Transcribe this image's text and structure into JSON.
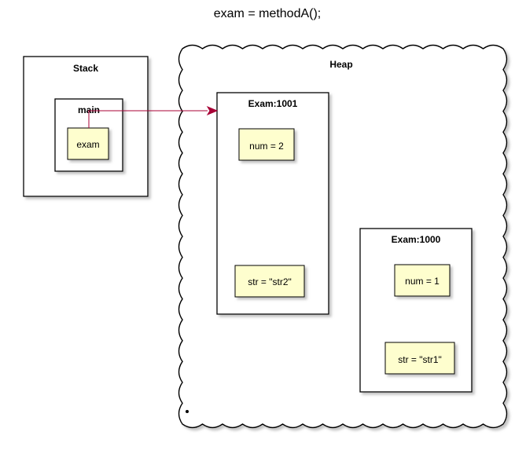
{
  "diagram": {
    "title": "exam = methodA();",
    "stack": {
      "label": "Stack",
      "frame": {
        "label": "main",
        "variable": "exam"
      }
    },
    "heap": {
      "label": "Heap",
      "objects": [
        {
          "label": "Exam:1001",
          "fields": [
            "num = 2",
            "str = \"str2\""
          ]
        },
        {
          "label": "Exam:1000",
          "fields": [
            "num = 1",
            "str = \"str1\""
          ]
        }
      ]
    },
    "reference": {
      "from": "exam",
      "to": "Exam:1001"
    }
  },
  "colors": {
    "note_fill": "#FEFECE",
    "border": "#000000",
    "shadow": "#b5b5b5",
    "arrow": "#A80036"
  }
}
